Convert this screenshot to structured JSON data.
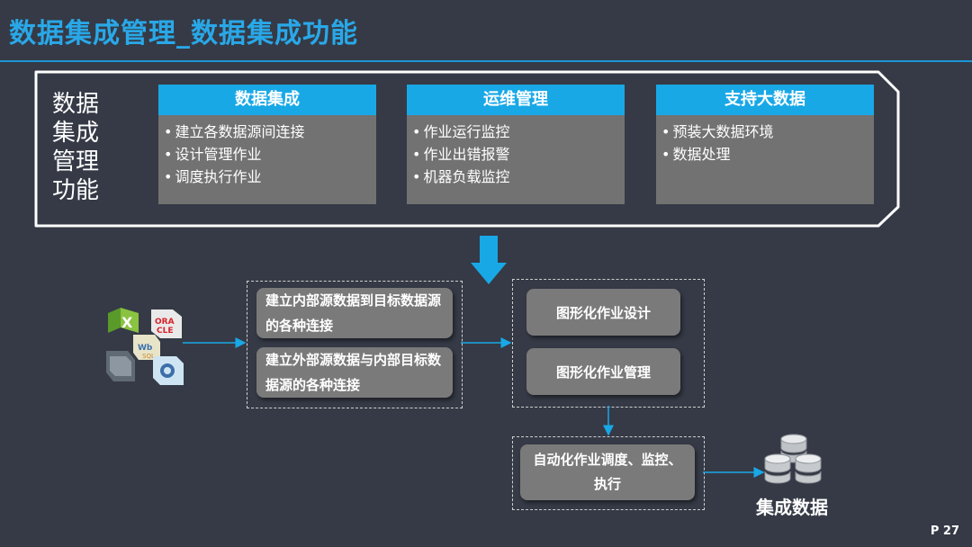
{
  "slide": {
    "title": "数据集成管理_数据集成功能",
    "page_number": "P 27"
  },
  "overview": {
    "side_label": "数据集成管理功能",
    "categories": [
      {
        "title": "数据集成",
        "items": [
          "建立各数据源间连接",
          "设计管理作业",
          "调度执行作业"
        ]
      },
      {
        "title": "运维管理",
        "items": [
          "作业运行监控",
          "作业出错报警",
          "机器负载监控"
        ]
      },
      {
        "title": "支持大数据",
        "items": [
          "预装大数据环境",
          "数据处理"
        ]
      }
    ]
  },
  "flow": {
    "connections": [
      "建立内部源数据到目标数据源的各种连接",
      "建立外部源数据与内部目标数据源的各种连接"
    ],
    "design_steps": [
      "图形化作业设计",
      "图形化作业管理"
    ],
    "automation": "自动化作业调度、监控、执行",
    "result_label": "集成数据"
  },
  "colors": {
    "background": "#353a46",
    "accent": "#19a8e6",
    "title": "#29a8e8",
    "panel": "#727272",
    "button": "#7a7a7a"
  },
  "icons": {
    "source_cluster": "data-source-logos-icon",
    "arrow_down": "down-arrow-icon",
    "database": "database-stack-icon"
  }
}
